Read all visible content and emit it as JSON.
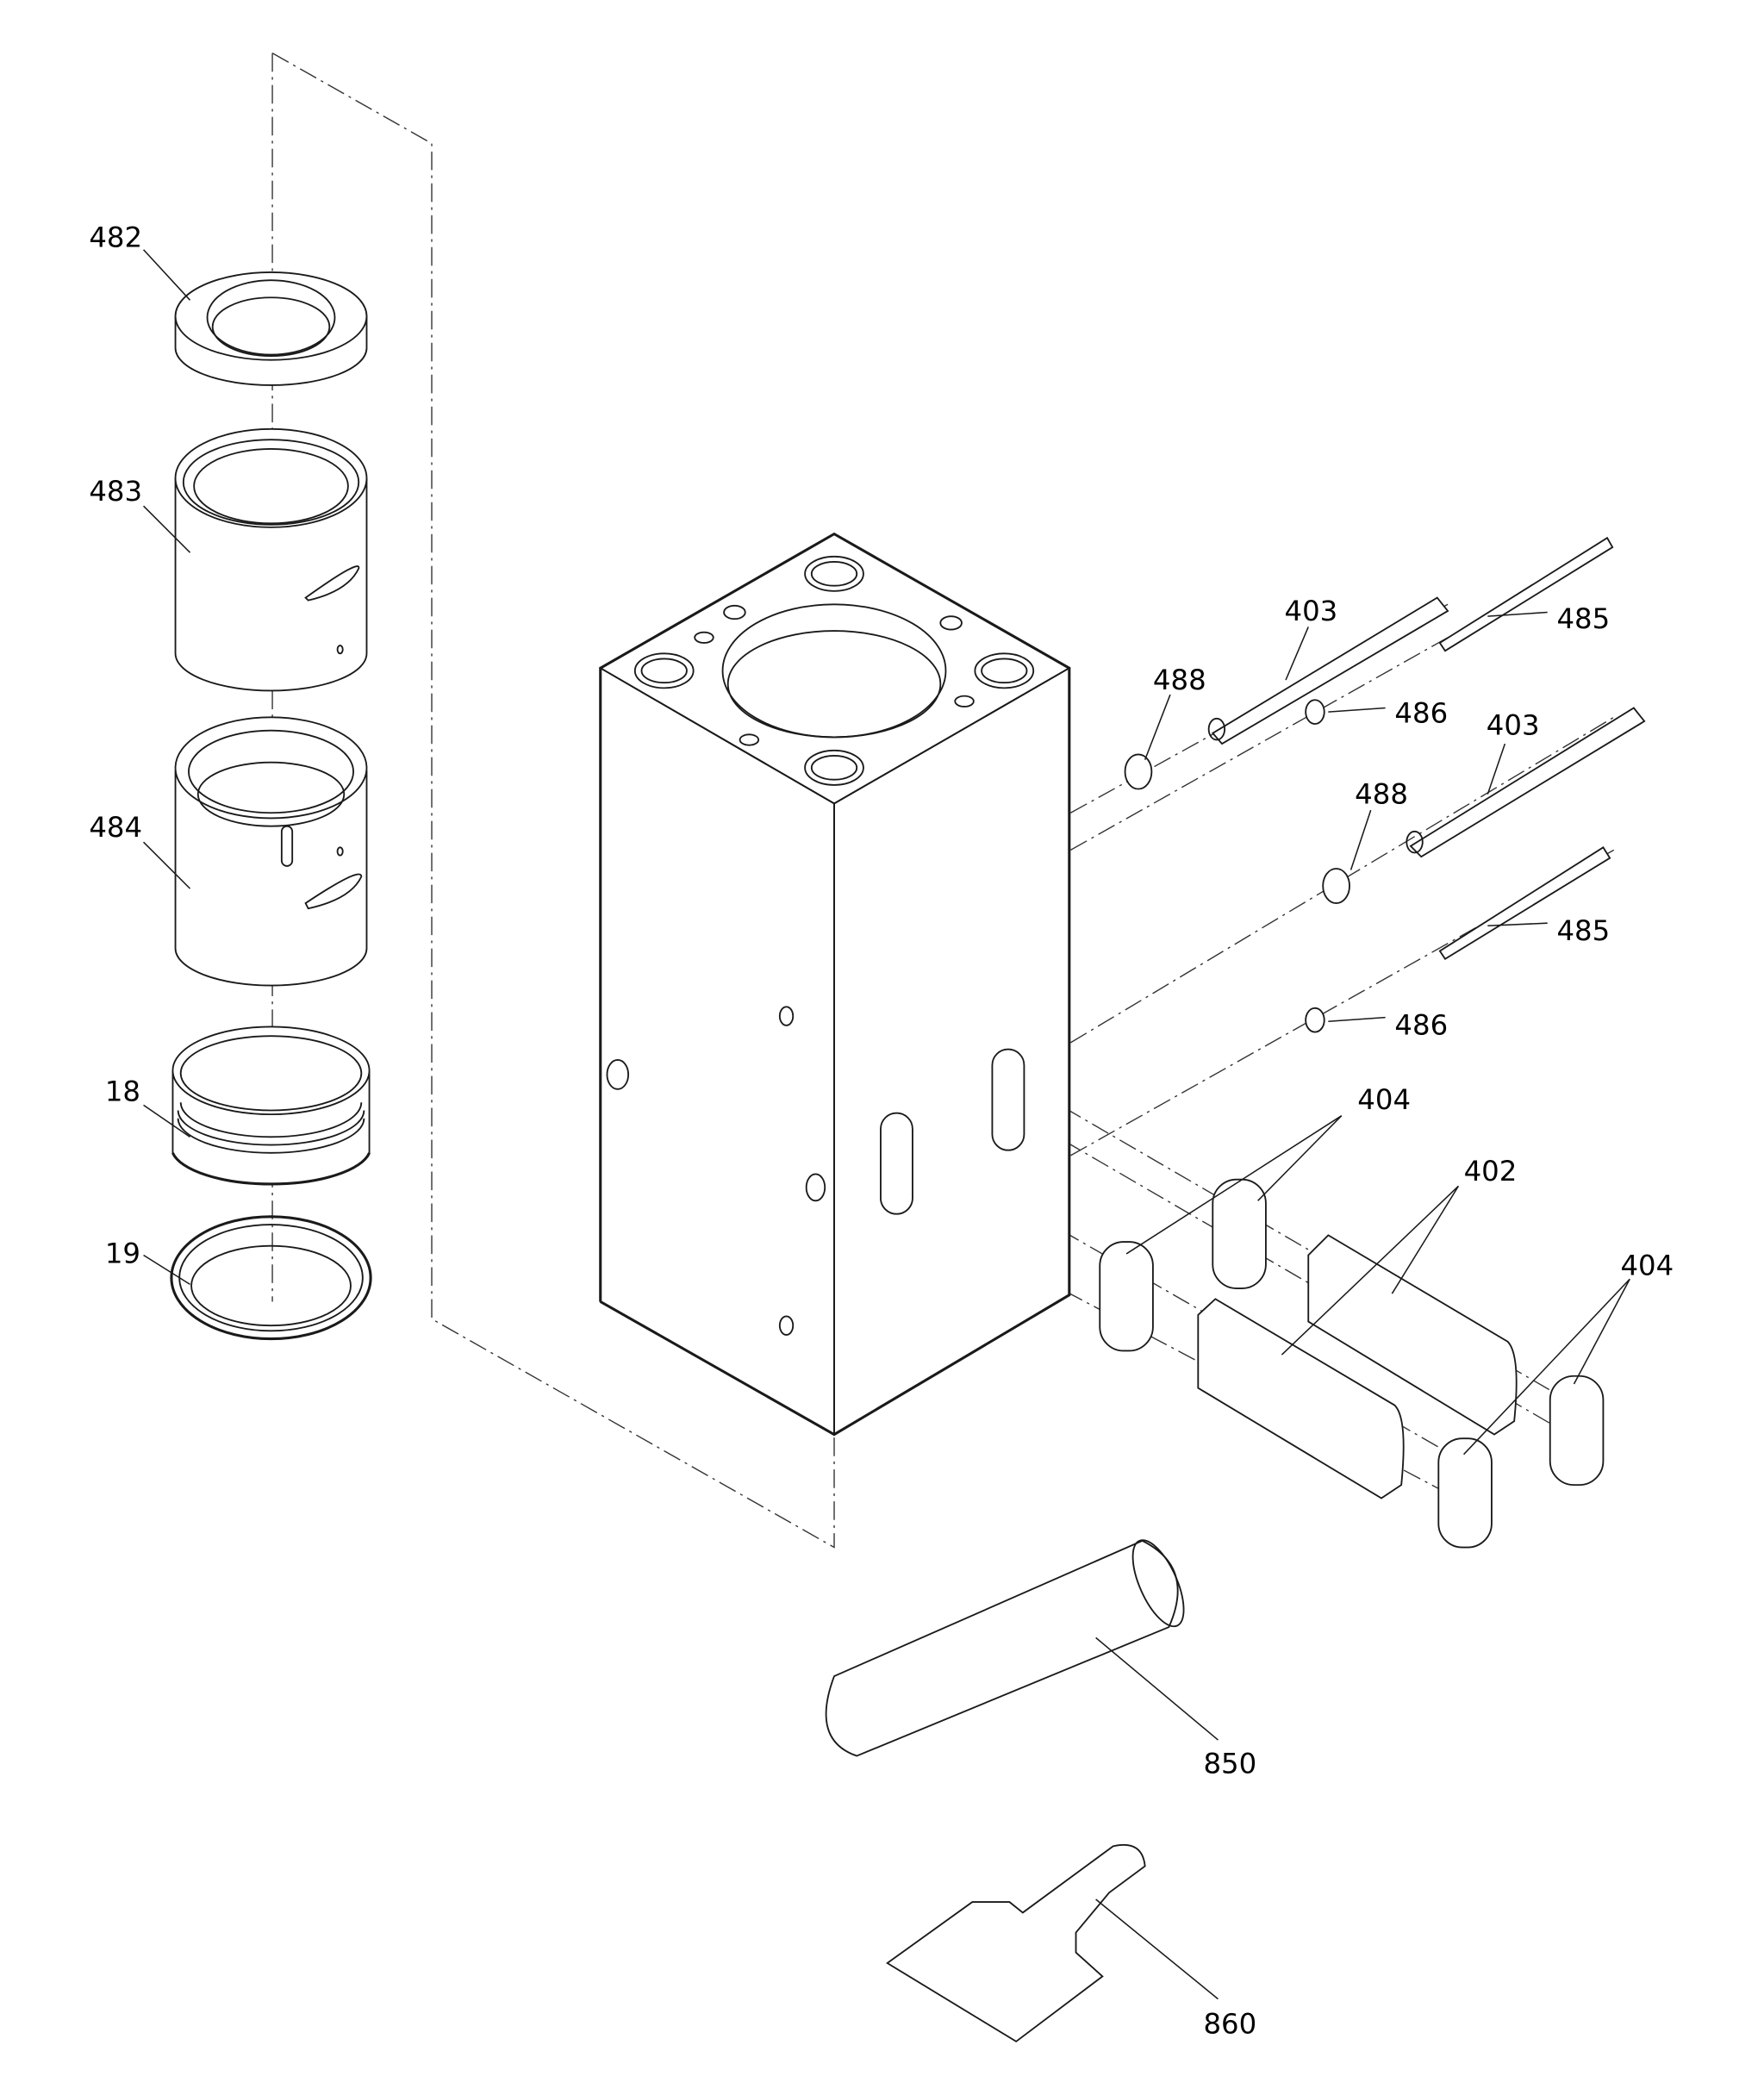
{
  "figure": {
    "stroke_color": "#1a1a1a",
    "background": "#ffffff",
    "labels": {
      "l482": "482",
      "l483": "483",
      "l484": "484",
      "l18": "18",
      "l19": "19",
      "l403a": "403",
      "l403b": "403",
      "l485a": "485",
      "l485b": "485",
      "l488a": "488",
      "l488b": "488",
      "l486a": "486",
      "l486b": "486",
      "l404a": "404",
      "l404b": "404",
      "l402": "402",
      "l850": "850",
      "l860": "860"
    }
  }
}
